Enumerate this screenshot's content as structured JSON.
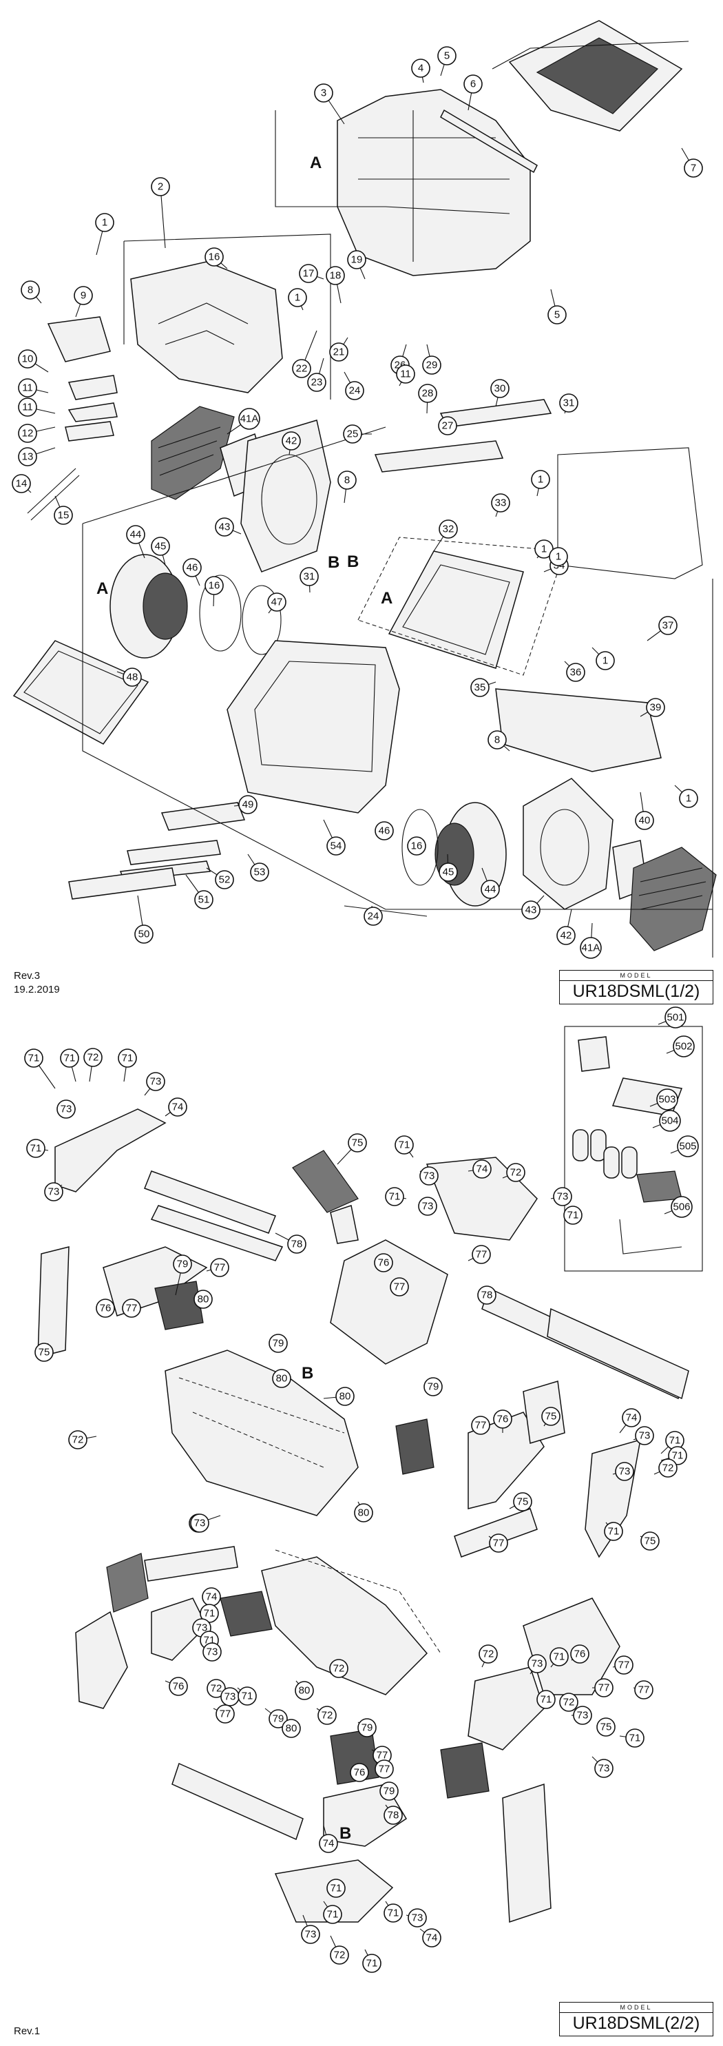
{
  "sheet1": {
    "revision": "Rev.3",
    "date": "19.2.2019",
    "model_label": "MODEL",
    "model": "UR18DSML(1/2)",
    "assembly_markers": [
      "A",
      "A",
      "B",
      "A",
      "B"
    ],
    "callouts": [
      "1",
      "2",
      "3",
      "4",
      "5",
      "6",
      "7",
      "8",
      "9",
      "10",
      "11",
      "11",
      "12",
      "13",
      "14",
      "15",
      "16",
      "17",
      "18",
      "1",
      "19",
      "21",
      "22",
      "23",
      "24",
      "25",
      "26",
      "11",
      "27",
      "28",
      "29",
      "30",
      "31",
      "41A",
      "42",
      "43",
      "8",
      "31",
      "44",
      "45",
      "46",
      "16",
      "47",
      "48",
      "32",
      "33",
      "1",
      "34",
      "1",
      "1",
      "37",
      "35",
      "36",
      "1",
      "39",
      "8",
      "1",
      "40",
      "49",
      "53",
      "54",
      "46",
      "16",
      "45",
      "44",
      "43",
      "42",
      "41A",
      "50",
      "51",
      "52",
      "24",
      "5"
    ]
  },
  "sheet2": {
    "revision": "Rev.1",
    "model_label": "MODEL",
    "model": "UR18DSML(2/2)",
    "assembly_markers": [
      "B",
      "B"
    ],
    "accessory_callouts": [
      "501",
      "502",
      "503",
      "504",
      "505",
      "506"
    ],
    "callouts": [
      "71",
      "71",
      "72",
      "71",
      "73",
      "73",
      "74",
      "71",
      "73",
      "75",
      "78",
      "77",
      "76",
      "77",
      "79",
      "75",
      "80",
      "79",
      "80",
      "72",
      "80",
      "72",
      "80",
      "71",
      "73",
      "74",
      "72",
      "71",
      "73",
      "71",
      "73",
      "77",
      "76",
      "77",
      "78",
      "79",
      "77",
      "76",
      "75",
      "74",
      "73",
      "71",
      "71",
      "72",
      "73",
      "71",
      "75",
      "75",
      "77",
      "73",
      "74",
      "71",
      "73",
      "71",
      "73",
      "72",
      "73",
      "71",
      "76",
      "77",
      "79",
      "80",
      "72",
      "80",
      "72",
      "79",
      "77",
      "77",
      "76",
      "79",
      "78",
      "74",
      "71",
      "71",
      "73",
      "72",
      "71",
      "71",
      "73",
      "74",
      "72",
      "73",
      "71",
      "76",
      "77",
      "77",
      "77",
      "73",
      "71",
      "75",
      "73",
      "72",
      "71"
    ]
  }
}
